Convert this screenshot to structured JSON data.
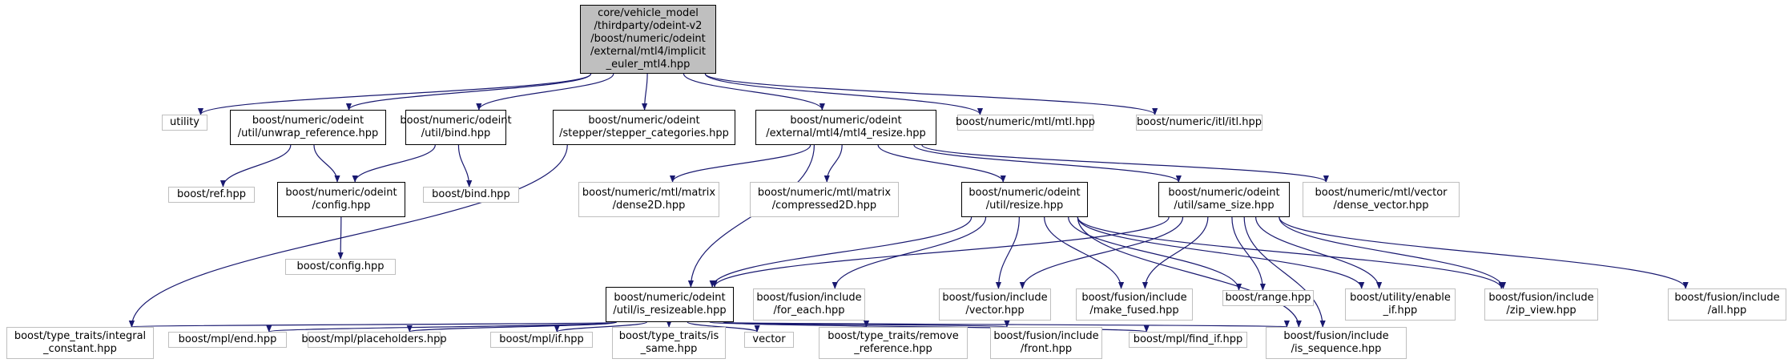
{
  "nodes": [
    {
      "id": "root",
      "kind": "root",
      "label": "core/vehicle_model\n/thirdparty/odeint-v2\n/boost/numeric/odeint\n/external/mtl4/implicit\n_euler_mtl4.hpp"
    },
    {
      "id": "utility",
      "kind": "ext",
      "label": "utility"
    },
    {
      "id": "unwrap",
      "kind": "inc",
      "label": "boost/numeric/odeint\n/util/unwrap_reference.hpp"
    },
    {
      "id": "bind",
      "kind": "inc",
      "label": "boost/numeric/odeint\n/util/bind.hpp"
    },
    {
      "id": "stepcat",
      "kind": "inc",
      "label": "boost/numeric/odeint\n/stepper/stepper_categories.hpp"
    },
    {
      "id": "mtl4resize",
      "kind": "inc",
      "label": "boost/numeric/odeint\n/external/mtl4/mtl4_resize.hpp"
    },
    {
      "id": "mtlhpp",
      "kind": "ext",
      "label": "boost/numeric/mtl/mtl.hpp"
    },
    {
      "id": "itlhpp",
      "kind": "ext",
      "label": "boost/numeric/itl/itl.hpp"
    },
    {
      "id": "refhpp",
      "kind": "ext",
      "label": "boost/ref.hpp"
    },
    {
      "id": "confighpp",
      "kind": "inc",
      "label": "boost/numeric/odeint\n/config.hpp"
    },
    {
      "id": "bindhpp",
      "kind": "ext",
      "label": "boost/bind.hpp"
    },
    {
      "id": "dense2d",
      "kind": "ext",
      "label": "boost/numeric/mtl/matrix\n/dense2D.hpp"
    },
    {
      "id": "comp2d",
      "kind": "ext",
      "label": "boost/numeric/mtl/matrix\n/compressed2D.hpp"
    },
    {
      "id": "resize",
      "kind": "inc",
      "label": "boost/numeric/odeint\n/util/resize.hpp"
    },
    {
      "id": "samesize",
      "kind": "inc",
      "label": "boost/numeric/odeint\n/util/same_size.hpp"
    },
    {
      "id": "densevec",
      "kind": "ext",
      "label": "boost/numeric/mtl/vector\n/dense_vector.hpp"
    },
    {
      "id": "bconfig",
      "kind": "ext",
      "label": "boost/config.hpp"
    },
    {
      "id": "isresizeable",
      "kind": "inc",
      "label": "boost/numeric/odeint\n/util/is_resizeable.hpp"
    },
    {
      "id": "foreach",
      "kind": "ext",
      "label": "boost/fusion/include\n/for_each.hpp"
    },
    {
      "id": "fvector",
      "kind": "ext",
      "label": "boost/fusion/include\n/vector.hpp"
    },
    {
      "id": "makefused",
      "kind": "ext",
      "label": "boost/fusion/include\n/make_fused.hpp"
    },
    {
      "id": "range",
      "kind": "ext",
      "label": "boost/range.hpp"
    },
    {
      "id": "enableif",
      "kind": "ext",
      "label": "boost/utility/enable\n_if.hpp"
    },
    {
      "id": "zipview",
      "kind": "ext",
      "label": "boost/fusion/include\n/zip_view.hpp"
    },
    {
      "id": "fall",
      "kind": "ext",
      "label": "boost/fusion/include\n/all.hpp"
    },
    {
      "id": "intconst",
      "kind": "ext",
      "label": "boost/type_traits/integral\n_constant.hpp"
    },
    {
      "id": "mplend",
      "kind": "ext",
      "label": "boost/mpl/end.hpp"
    },
    {
      "id": "placeholders",
      "kind": "ext",
      "label": "boost/mpl/placeholders.hpp"
    },
    {
      "id": "mplif",
      "kind": "ext",
      "label": "boost/mpl/if.hpp"
    },
    {
      "id": "issame",
      "kind": "ext",
      "label": "boost/type_traits/is\n_same.hpp"
    },
    {
      "id": "vector",
      "kind": "ext",
      "label": "vector"
    },
    {
      "id": "removeref",
      "kind": "ext",
      "label": "boost/type_traits/remove\n_reference.hpp"
    },
    {
      "id": "front",
      "kind": "ext",
      "label": "boost/fusion/include\n/front.hpp"
    },
    {
      "id": "findif",
      "kind": "ext",
      "label": "boost/mpl/find_if.hpp"
    },
    {
      "id": "isseq",
      "kind": "ext",
      "label": "boost/fusion/include\n/is_sequence.hpp"
    }
  ],
  "edges": [
    [
      "root",
      "utility"
    ],
    [
      "root",
      "unwrap"
    ],
    [
      "root",
      "bind"
    ],
    [
      "root",
      "stepcat"
    ],
    [
      "root",
      "mtl4resize"
    ],
    [
      "root",
      "mtlhpp"
    ],
    [
      "root",
      "itlhpp"
    ],
    [
      "unwrap",
      "refhpp"
    ],
    [
      "unwrap",
      "confighpp"
    ],
    [
      "bind",
      "confighpp"
    ],
    [
      "bind",
      "bindhpp"
    ],
    [
      "confighpp",
      "bconfig"
    ],
    [
      "stepcat",
      "intconst"
    ],
    [
      "mtl4resize",
      "dense2d"
    ],
    [
      "mtl4resize",
      "comp2d"
    ],
    [
      "mtl4resize",
      "resize"
    ],
    [
      "mtl4resize",
      "samesize"
    ],
    [
      "mtl4resize",
      "densevec"
    ],
    [
      "mtl4resize",
      "isresizeable"
    ],
    [
      "resize",
      "isresizeable"
    ],
    [
      "resize",
      "foreach"
    ],
    [
      "resize",
      "fvector"
    ],
    [
      "resize",
      "makefused"
    ],
    [
      "resize",
      "range"
    ],
    [
      "resize",
      "enableif"
    ],
    [
      "resize",
      "zipview"
    ],
    [
      "resize",
      "isseq"
    ],
    [
      "samesize",
      "isresizeable"
    ],
    [
      "samesize",
      "fvector"
    ],
    [
      "samesize",
      "makefused"
    ],
    [
      "samesize",
      "range"
    ],
    [
      "samesize",
      "enableif"
    ],
    [
      "samesize",
      "zipview"
    ],
    [
      "samesize",
      "fall"
    ],
    [
      "samesize",
      "isseq"
    ],
    [
      "isresizeable",
      "intconst"
    ],
    [
      "isresizeable",
      "mplend"
    ],
    [
      "isresizeable",
      "placeholders"
    ],
    [
      "isresizeable",
      "mplif"
    ],
    [
      "isresizeable",
      "issame"
    ],
    [
      "isresizeable",
      "vector"
    ],
    [
      "isresizeable",
      "removeref"
    ],
    [
      "isresizeable",
      "front"
    ],
    [
      "isresizeable",
      "findif"
    ],
    [
      "isresizeable",
      "isseq"
    ]
  ],
  "colors": {
    "edge": "#191970",
    "node_border_include": "#000000",
    "node_border_external": "#bfbfbf",
    "root_fill": "#bfbfbf",
    "text": "#000000"
  }
}
